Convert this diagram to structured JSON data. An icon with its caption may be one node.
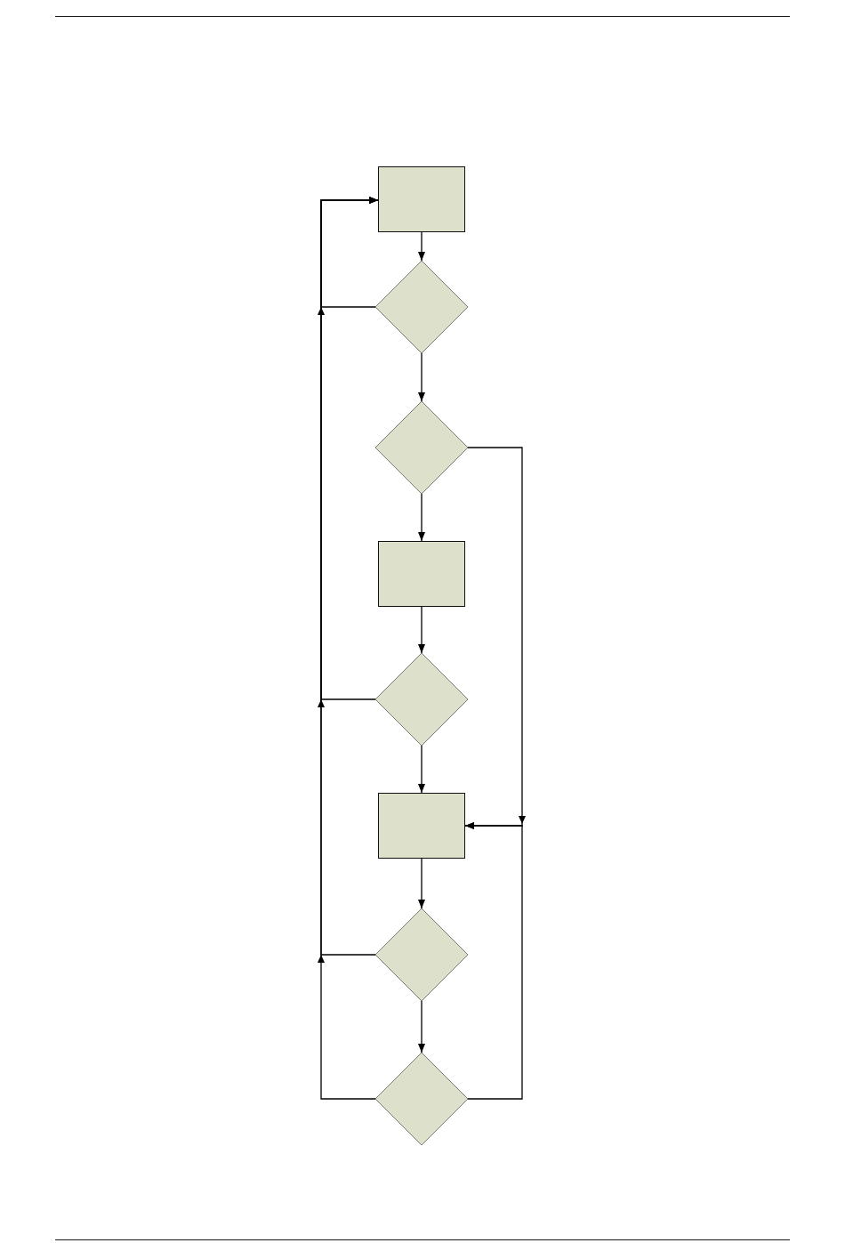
{
  "diagram": {
    "nodes": [
      {
        "text": [],
        "shape": "box"
      },
      {
        "text": [],
        "shape": "diamond"
      },
      {
        "text": [],
        "shape": "diamond"
      },
      {
        "text": [],
        "shape": "box"
      },
      {
        "text": [],
        "shape": "diamond"
      },
      {
        "text": [],
        "shape": "box"
      },
      {
        "text": [],
        "shape": "diamond"
      },
      {
        "text": [],
        "shape": "diamond"
      }
    ],
    "edges": [
      {
        "from": 0,
        "to": 1,
        "arrow": "to"
      },
      {
        "from": 1,
        "to": 2,
        "arrow": "to"
      },
      {
        "from": 2,
        "to": 3,
        "arrow": "to"
      },
      {
        "from": 3,
        "to": 4,
        "arrow": "to"
      },
      {
        "from": 4,
        "to": 5,
        "arrow": "to"
      },
      {
        "from": 5,
        "to": 6,
        "arrow": "to"
      },
      {
        "from": 6,
        "to": 7,
        "arrow": "to"
      },
      {
        "from": 1,
        "to": 0,
        "arrow": "to"
      },
      {
        "from": 4,
        "to": 0,
        "arrow": "to"
      },
      {
        "from": 6,
        "to": 0,
        "arrow": "to"
      },
      {
        "from": 7,
        "to": 0,
        "arrow": "to"
      },
      {
        "from": 2,
        "to": 5,
        "arrow": "to"
      },
      {
        "from": 7,
        "to": 5,
        "arrow": "to"
      }
    ]
  }
}
